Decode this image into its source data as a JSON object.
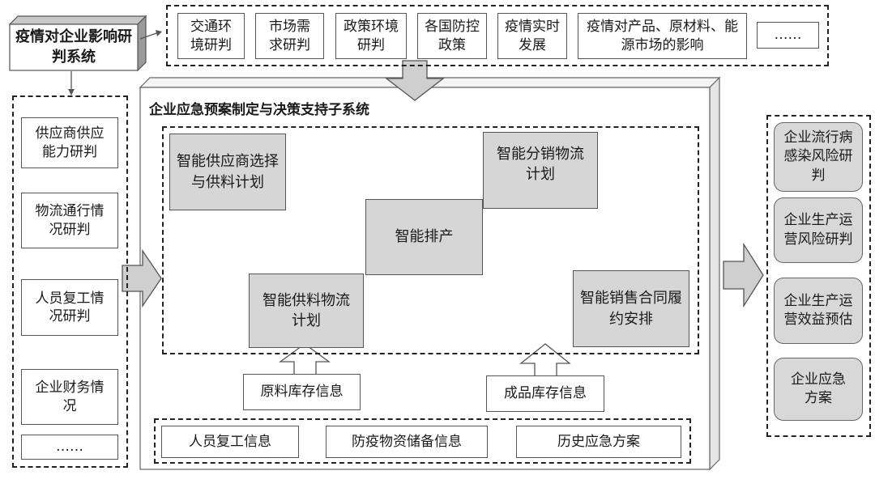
{
  "main_system": "疫情对企业影响研判系统",
  "top_factors": [
    "交通环境研判",
    "市场需求研判",
    "政策环境研判",
    "各国防控政策",
    "疫情实时发展",
    "疫情对产品、原材料、能源市场的影响",
    "……"
  ],
  "left_items": [
    "供应商供应能力研判",
    "物流通行情况研判",
    "人员复工情况研判",
    "企业财务情况",
    "……"
  ],
  "subsystem_title": "企业应急预案制定与决策支持子系统",
  "modules": {
    "supplier": "智能供应商选择与供料计划",
    "distribution": "智能分销物流计划",
    "scheduling": "智能排产",
    "supply_logistics": "智能供料物流计划",
    "sales": "智能销售合同履约安排"
  },
  "inventory": {
    "raw": "原料库存信息",
    "finished": "成品库存信息"
  },
  "bottom_info": [
    "人员复工信息",
    "防疫物资储备信息",
    "历史应急方案"
  ],
  "outputs": [
    "企业流行病感染风险研判",
    "企业生产运营风险研判",
    "企业生产运营效益预估",
    "企业应急方案"
  ]
}
